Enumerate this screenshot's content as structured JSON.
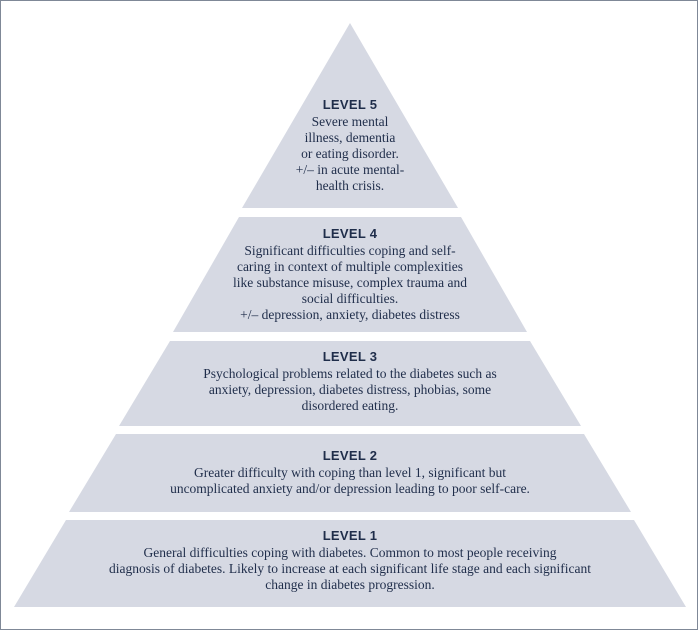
{
  "colors": {
    "fill": "#d6d9e3",
    "text": "#1f2d4a",
    "border": "#7f8897"
  },
  "levels": [
    {
      "title": "LEVEL 5",
      "lines": [
        "Severe mental",
        "illness, dementia",
        "or eating disorder.",
        "+/– in acute mental-",
        "health crisis."
      ]
    },
    {
      "title": "LEVEL 4",
      "lines": [
        "Significant difficulties coping and self-",
        "caring in context of multiple complexities",
        "like substance misuse, complex trauma and",
        "social difficulties.",
        "+/– depression, anxiety, diabetes distress"
      ]
    },
    {
      "title": "LEVEL 3",
      "lines": [
        "Psychological problems related to the diabetes such as",
        "anxiety, depression, diabetes distress, phobias, some",
        "disordered eating."
      ]
    },
    {
      "title": "LEVEL 2",
      "lines": [
        "Greater difficulty with coping than level 1, significant but",
        "uncomplicated anxiety and/or depression leading to poor self-care."
      ]
    },
    {
      "title": "LEVEL 1",
      "lines": [
        "General difficulties coping with diabetes. Common to most people receiving",
        "diagnosis of diabetes. Likely to increase at each significant life stage and each significant",
        "change in diabetes progression."
      ]
    }
  ]
}
